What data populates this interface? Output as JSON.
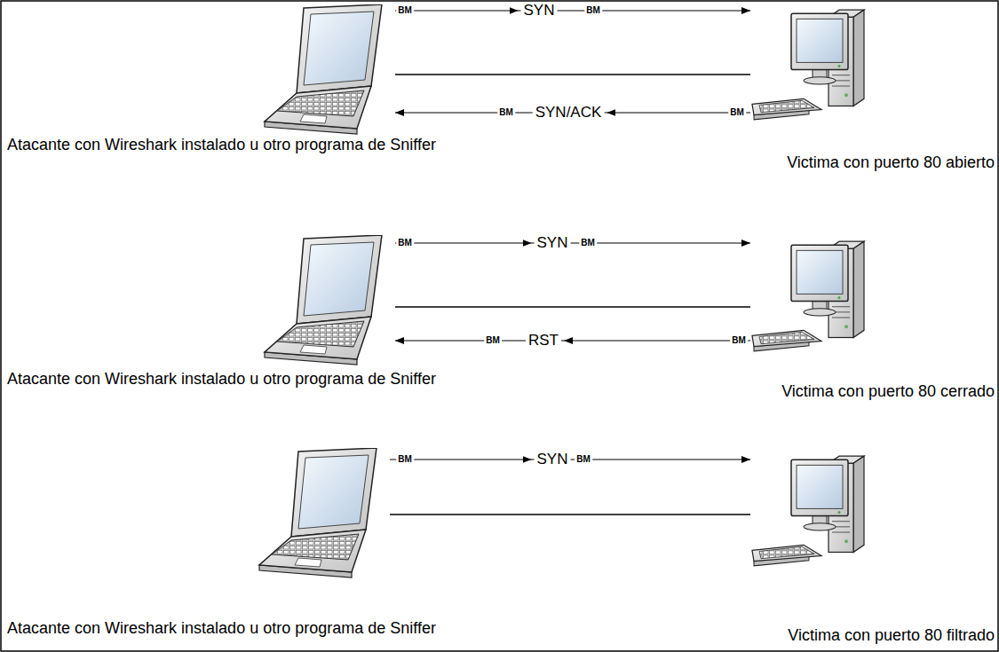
{
  "diagram": {
    "nodes": [
      {
        "text": [
          "Atacante con Wireshark instalado u otro programa de Sniffer"
        ]
      },
      {
        "text": [
          "Victima con puerto 80 abierto"
        ]
      },
      {
        "text": [
          "Atacante con Wireshark instalado u otro programa de Sniffer"
        ]
      },
      {
        "text": [
          "Victima con puerto 80 cerrado"
        ]
      },
      {
        "text": [
          "Atacante con Wireshark instalado u otro programa de Sniffer"
        ]
      },
      {
        "text": [
          "Victima con puerto 80 filtrado"
        ]
      }
    ],
    "edges": [
      {
        "from": 0,
        "to": 1,
        "arrow": "to",
        "label": "SYN"
      },
      {
        "from": 1,
        "to": 0,
        "arrow": "to",
        "label": "SYN/ACK"
      },
      {
        "from": 0,
        "to": 1,
        "arrow": "none"
      },
      {
        "from": 2,
        "to": 3,
        "arrow": "to",
        "label": "SYN"
      },
      {
        "from": 3,
        "to": 2,
        "arrow": "to",
        "label": "RST"
      },
      {
        "from": 2,
        "to": 3,
        "arrow": "none"
      },
      {
        "from": 4,
        "to": 5,
        "arrow": "to",
        "label": "SYN"
      },
      {
        "from": 4,
        "to": 5,
        "arrow": "none"
      }
    ],
    "labels": [
      "BM",
      "BM",
      "BM",
      "BM",
      "BM",
      "BM",
      "BM",
      "BM",
      "BM",
      "BM"
    ]
  }
}
